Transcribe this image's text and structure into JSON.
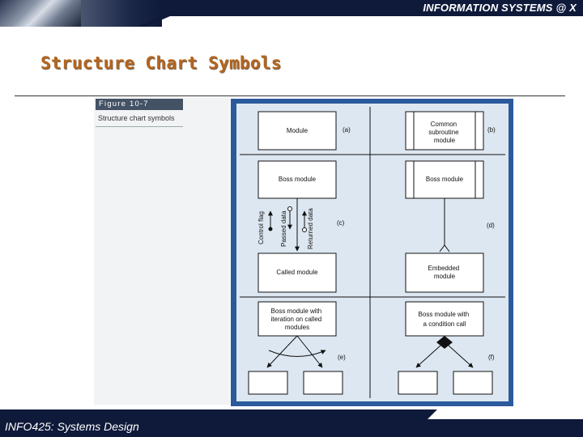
{
  "header": {
    "text": "INFORMATION SYSTEMS @ X"
  },
  "slide": {
    "title": "Structure Chart Symbols"
  },
  "figure": {
    "label": "Figure 10-7",
    "caption": "Structure chart symbols",
    "modules": {
      "a": "Module",
      "b": [
        "Common",
        "subroutine",
        "module"
      ],
      "boss": "Boss module",
      "called": "Called module",
      "embedded": [
        "Embedded",
        "module"
      ],
      "e": [
        "Boss module with",
        "iteration on called",
        "modules"
      ],
      "f": [
        "Boss module with",
        "a condition call"
      ]
    },
    "arrow_labels": {
      "control": "Control flag",
      "passed": "Passed data",
      "returned": "Returned data"
    },
    "panel_labels": [
      "(a)",
      "(b)",
      "(c)",
      "(d)",
      "(e)",
      "(f)"
    ]
  },
  "footer": {
    "text": "INFO425: Systems Design"
  }
}
